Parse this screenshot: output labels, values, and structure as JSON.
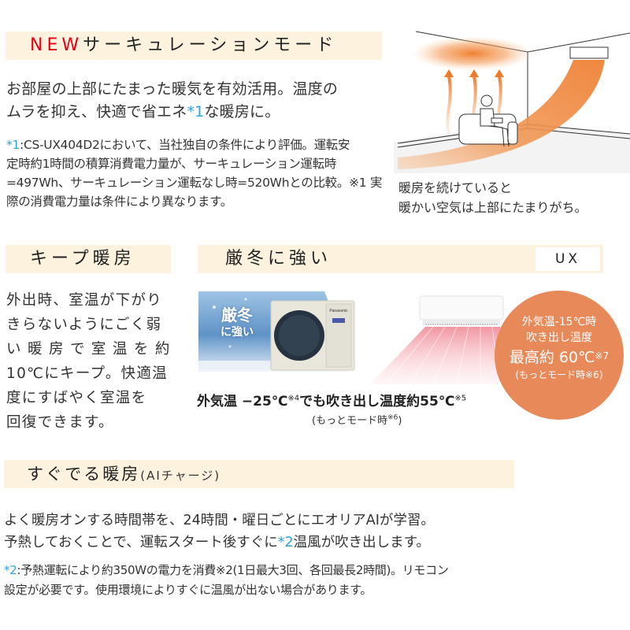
{
  "section1": {
    "title_new": "NEW",
    "title_rest": "サーキュレーションモード",
    "body_lines": [
      "お部屋の上部にたまった暖気を有効活用。温度の",
      "ムラを抑え、快適で省エネ"
    ],
    "body_mark": "*1",
    "body_tail": "な暖房に。",
    "note_mark": "*1",
    "note_lines": [
      ":CS-UX404D2において、当社独自の条件により評価。運転安",
      "定時約1時間の積算消費電力量が、サーキュレーション運転時",
      "=497Wh、サーキュレーション運転なし時=520Whとの比較。※1 実",
      "際の消費電力量は条件により異なります。"
    ],
    "illustration": {
      "caption_lines": [
        "暖房を続けていると",
        "暖かい空気は上部にたまりがち。"
      ]
    }
  },
  "section2": {
    "title": "キープ暖房",
    "body_lines": [
      "外出時、室温が下がり",
      "きらないようにごく弱",
      "い 暖 房 で 室 温 を 約",
      "10℃にキープ。快適温",
      "度にすばやく室温を",
      "回復できます。"
    ]
  },
  "section3": {
    "title": "厳冬に強い",
    "badge": "UX",
    "image_label_line1": "厳冬",
    "image_label_line2": "に強い",
    "brand": "Panasonic",
    "headline_a": "外気温 −25℃",
    "headline_a_sup": "※4",
    "headline_b": "でも吹き出し温度約55℃",
    "headline_b_sup": "※5",
    "headline_sub": "(もっとモード時",
    "headline_sub_sup": "※6",
    "headline_sub_end": ")",
    "circle": {
      "line1": "外気温-15℃時",
      "line2": "吹き出し温度",
      "line3": "最高約 60℃",
      "line3_sup": "※7",
      "line4": "(もっとモード時※6)"
    }
  },
  "section4": {
    "title": "すぐでる暖房",
    "title_sub": "(AIチャージ)",
    "body_lines": [
      "よく暖房オンする時間帯を、24時間・曜日ごとにエオリアAIが学習。",
      "予熱しておくことで、運転スタート後すぐに"
    ],
    "body_mark": "*2",
    "body_tail": "温風が吹き出します。",
    "note_mark": "*2",
    "note_lines": [
      ":予熱運転により約350Wの電力を消費※2(1日最大3回、各回最長2時間)。リモコン",
      "設定が必要です。使用環境によりすぐに温風が出ない場合があります。"
    ]
  },
  "colors": {
    "header_bg": "#fdf2de",
    "accent_red": "#e60012",
    "note_blue": "#2aa3df",
    "circle_orange": "#e8895a",
    "heat_orange": "#f08a3c"
  }
}
